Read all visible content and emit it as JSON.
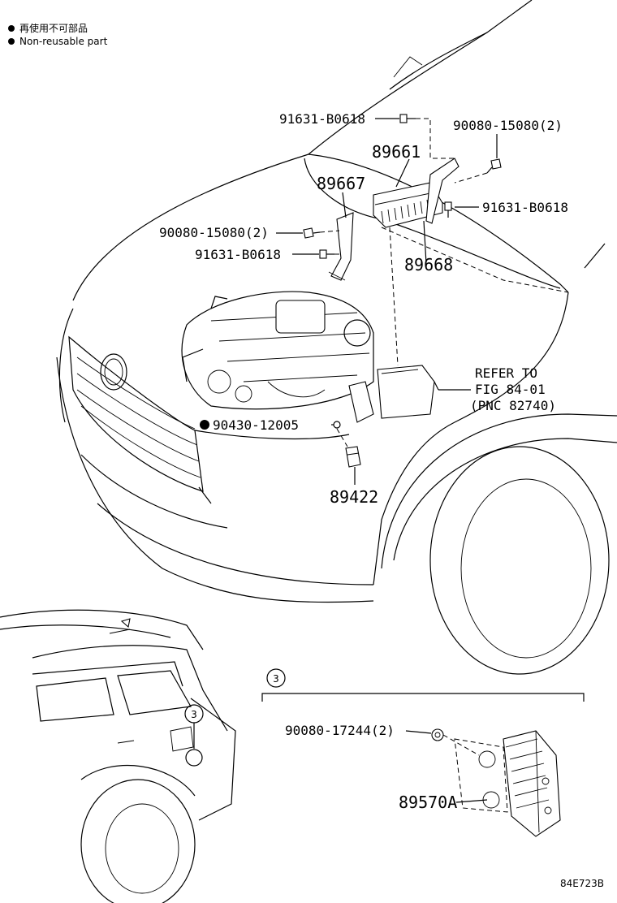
{
  "legend": {
    "line1": "再使用不可部品",
    "line2": "Non-reusable part"
  },
  "labels": {
    "p91631_top": "91631-B0618",
    "p90080_top": "90080-15080(2)",
    "p89661": "89661",
    "p89667": "89667",
    "p91631_right": "91631-B0618",
    "p90080_left": "90080-15080(2)",
    "p91631_left": "91631-B0618",
    "p89668": "89668",
    "refer1": "REFER TO",
    "refer2": "FIG 84-01",
    "refer3": "(PNC 82740)",
    "p90430": "90430-12005",
    "p89422": "89422",
    "callout_3": "3",
    "detail_3": "3",
    "p90080_17244": "90080-17244(2)",
    "p89570A": "89570A",
    "figure_id": "84E723B"
  }
}
